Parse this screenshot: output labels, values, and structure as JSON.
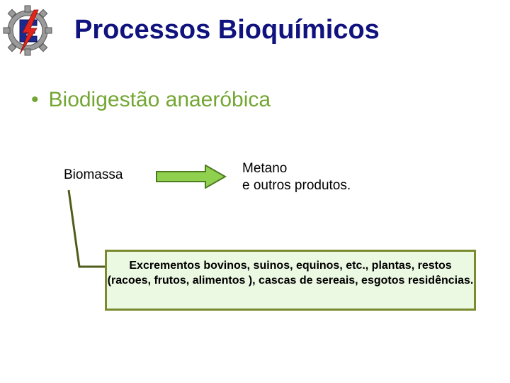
{
  "header": {
    "title": "Processos Bioquímicos",
    "logo_icon": "gear-e-lightning-logo-icon"
  },
  "bullet": {
    "marker": "•",
    "text": "Biodigestão anaeróbica"
  },
  "diagram": {
    "input_label": "Biomassa",
    "arrow_icon": "right-arrow-icon",
    "output_line1": "Metano",
    "output_line2": "e outros produtos.",
    "description": "Excrementos bovinos, suinos, equinos, etc., plantas, restos (racoes, frutos, alimentos ), cascas de sereais, esgotos residências."
  },
  "colors": {
    "title": "#10127e",
    "bullet_text": "#73a632",
    "arrow_fill": "#8fd14f",
    "arrow_stroke": "#4f7a1f",
    "box_border": "#7b8a2f",
    "box_fill": "#ebf8e2",
    "connector": "#4f5d1a"
  }
}
